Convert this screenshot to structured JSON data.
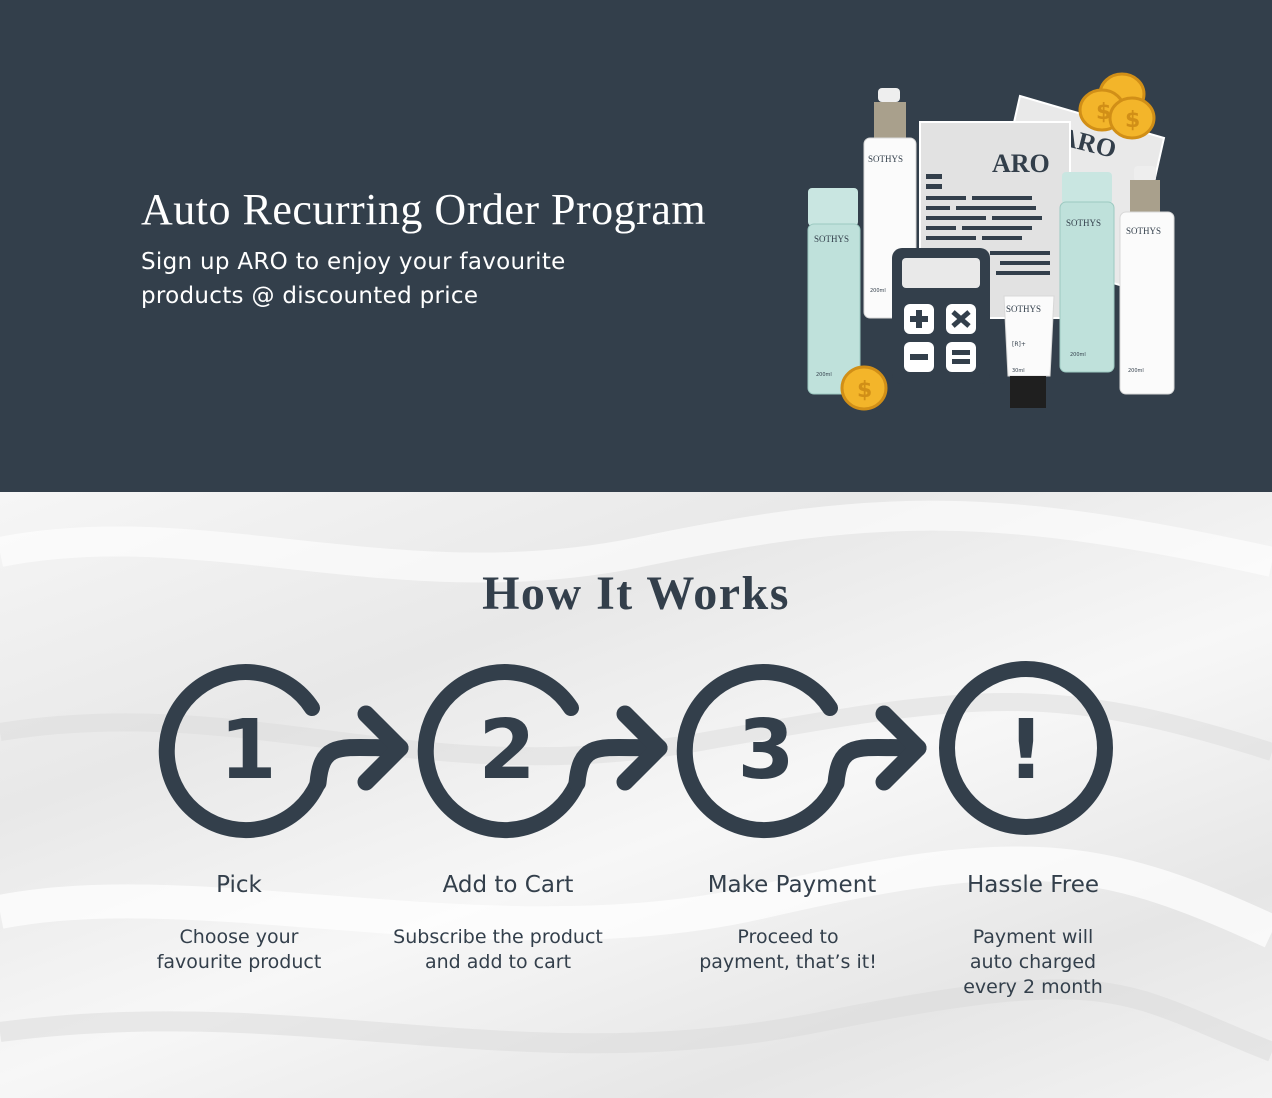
{
  "hero": {
    "title": "Auto Recurring Order Program",
    "subtitle_lines": [
      "Sign up ARO to enjoy your favourite",
      "products @ discounted price"
    ],
    "illustration": {
      "document_label_1": "ARO",
      "document_label_2": "ARO",
      "brand": "SOTHYS",
      "coin_symbol": "$",
      "bottle_sizes": [
        "200ml",
        "200ml",
        "200ml",
        "200ml",
        "30ml"
      ],
      "tube_variant": "[R]+"
    }
  },
  "how_it_works": {
    "title": "How It Works",
    "steps": [
      {
        "number": "1",
        "label": "Pick",
        "description": [
          "Choose your",
          "favourite product"
        ]
      },
      {
        "number": "2",
        "label": "Add to Cart",
        "description": [
          "Subscribe the product",
          "and add to cart"
        ]
      },
      {
        "number": "3",
        "label": "Make Payment",
        "description": [
          "Proceed to",
          "payment, that’s it!"
        ]
      },
      {
        "number": "!",
        "label": "Hassle Free",
        "description": [
          "Payment will",
          "auto charged",
          "every 2 month"
        ]
      }
    ]
  },
  "colors": {
    "navy": "#333f4b",
    "white": "#ffffff",
    "background_light": "#f1f1f1",
    "coin_gold": "#f3b52a"
  },
  "icons": [
    "arrow-right-icon",
    "calculator-icon",
    "coin-icon",
    "document-icon"
  ]
}
